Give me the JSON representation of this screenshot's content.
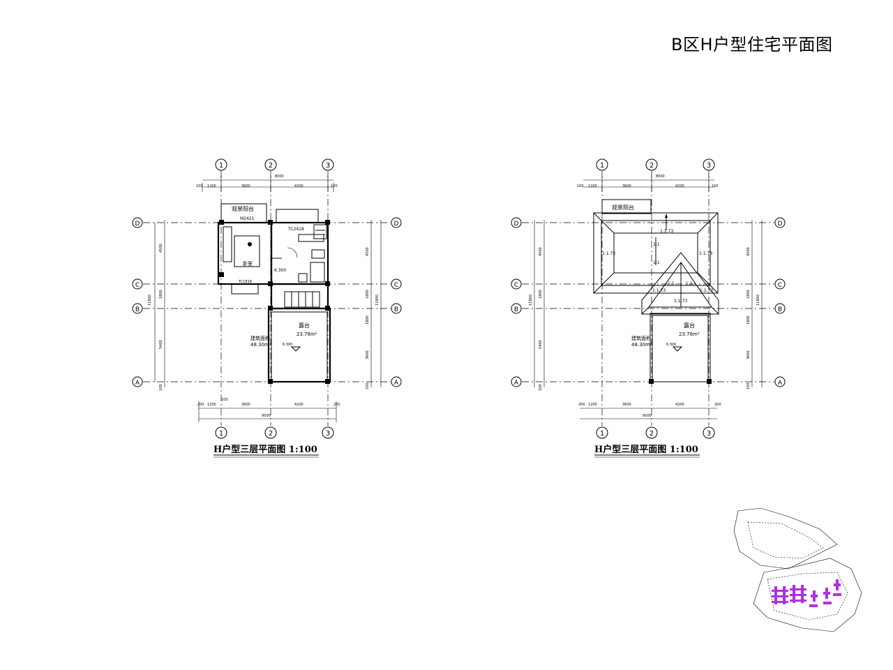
{
  "title": "B区H户型住宅平面图",
  "plans": [
    {
      "caption": "H户型三层平面图 1:100",
      "rooms": {
        "balcony": "观景阳台",
        "bedroom": "卧室",
        "terrace": "露台"
      },
      "area_label": "建筑面积",
      "area_value": "48.30m²",
      "terrace_area": "23.76m²",
      "door_code": "M2421",
      "window_code": "TC2418",
      "window_code2": "TC1818",
      "elev1": "6.300",
      "elev2": "6.300"
    },
    {
      "caption": "H户型三层平面图 1:100",
      "rooms": {
        "balcony": "观景阳台",
        "terrace": "露台"
      },
      "area_label": "建筑面积",
      "area_value": "48.30m²",
      "terrace_area": "23.76m²",
      "elev1": "6.300",
      "slopes": [
        "1:1.73",
        "1:1.73",
        "1:1.73",
        "1:1",
        "1:1",
        "1:1",
        "1:1",
        "1:1.73",
        "1:1.73",
        "1:1.73"
      ]
    }
  ],
  "grid": {
    "cols": [
      "1",
      "2",
      "3"
    ],
    "rows": [
      "D",
      "C",
      "B",
      "A"
    ]
  },
  "dims": {
    "top_total": "8000",
    "top_segments": [
      "100",
      "1200",
      "3600",
      "4200",
      "100"
    ],
    "bottom_total": "9500",
    "bottom_segments": [
      "200",
      "1200",
      "3600",
      "4200",
      "200"
    ],
    "bottom_extra": "100",
    "left_segments": [
      "4500",
      "1800",
      "5400",
      "100"
    ],
    "left_total": "11800",
    "right_segments": [
      "4500",
      "1800",
      "1800",
      "3600",
      "100"
    ],
    "right_total": "11800"
  },
  "colors": {
    "lines": "#000000",
    "site_highlight": "#b030e0"
  }
}
